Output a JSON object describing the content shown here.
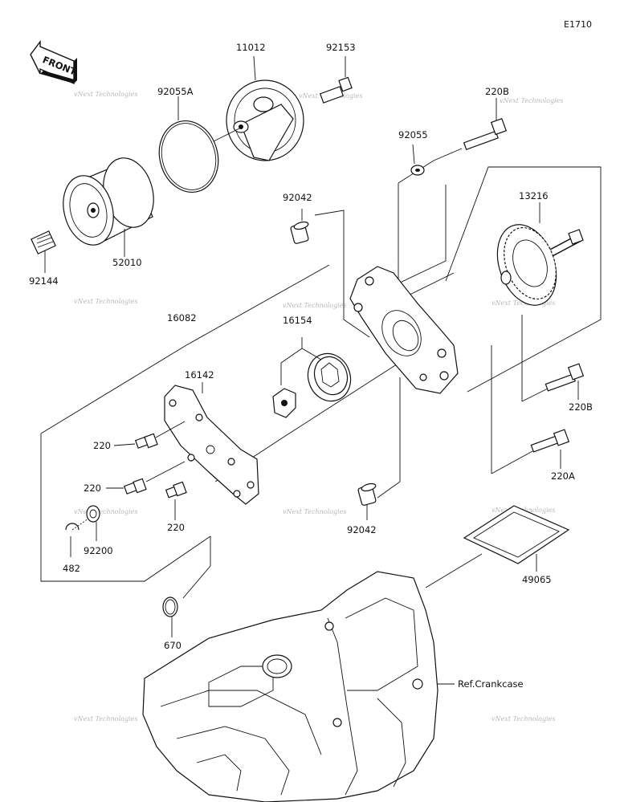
{
  "diagram_code": "E1710",
  "front_label": "FRONT",
  "watermark": "vNext Technologies",
  "callouts": {
    "p11012": "11012",
    "p92153": "92153",
    "p92055A": "92055A",
    "p220B_top": "220B",
    "p92055": "92055",
    "p92144": "92144",
    "p52010": "52010",
    "p92042_top": "92042",
    "p13216": "13216",
    "p16082": "16082",
    "p16154": "16154",
    "p16142": "16142",
    "p220_a": "220",
    "p220_b": "220",
    "p220_c": "220",
    "p220B_right": "220B",
    "p220A": "220A",
    "p92200": "92200",
    "p482": "482",
    "p92042_bottom": "92042",
    "p49065": "49065",
    "p670": "670",
    "ref_crankcase": "Ref.Crankcase"
  }
}
